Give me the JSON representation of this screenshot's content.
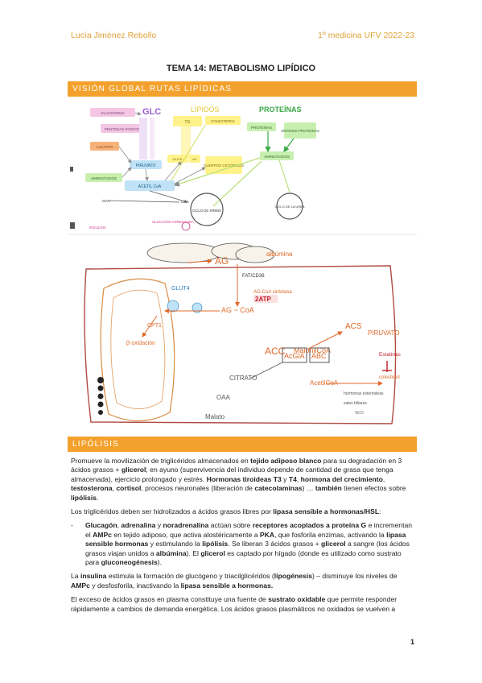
{
  "header": {
    "author": "Lucía Jiménez Rebollo",
    "course": "1º medicina UFV 2022-23"
  },
  "title": "TEMA 14: METABOLISMO LIPÍDICO",
  "sections": [
    {
      "heading": "VISIÓN GLOBAL RUTAS LIPÍDICAS"
    },
    {
      "heading": "LIPÓLISIS"
    }
  ],
  "diagram1": {
    "main_glc": "GLC",
    "main_lipidos": "LÍPIDOS",
    "main_proteinas": "PROTEÍNAS",
    "boxes": {
      "glucogeno": "GLUCÓGENO",
      "pentosas": "PENTOSAS FOSFATO",
      "lactato": "LACTATO",
      "aminoacidos_left": "AMINOÁCIDOS",
      "piruvato": "PIRUVATO",
      "acetil": "ACETIL CoA",
      "tg": "TG",
      "colesterol": "COLESTEROL",
      "glice": "GLICE.",
      "ac": "AC",
      "cuerpos": "CUERPOS CETÓNICOS",
      "proteinas_box": "PROTEÍNAS",
      "sintesis": "SÍNTESIS PROTEÍNAS",
      "aminoacidos_right": "AMINOÁCIDOS",
      "ciclo_krebs": "CICLO DE KREBS",
      "ciclo_urea": "CICLO DE LA UREA",
      "oaa_a": "OAA",
      "oaa_b": "OAA",
      "insulina": "INSULINA",
      "glucagon": "GLUCAGÓN ADRENALINA"
    },
    "colors": {
      "pink": "#f4c6e4",
      "yellow": "#fff28a",
      "lightgreen": "#c8efb0",
      "orange": "#f7b27a",
      "blue": "#bfe2f7",
      "purple": "#9b5cd6",
      "green": "#39a844",
      "accent": "#f3a12c"
    }
  },
  "diagram2": {
    "labels": {
      "ag_top": "AG",
      "albumina": "albúmina",
      "fat": "FAT/CD36",
      "acil_coa": "AG-CoA sintetasa",
      "atp2": "2ATP",
      "ag_coa": "AG ~ CoA",
      "glut4": "GLUT4",
      "acc": "ACC",
      "malonil": "MalonilCoA",
      "acs": "ACS",
      "piruvato": "PIRUVATO",
      "ac_gla": "AcGlA",
      "abc": "ABC",
      "citrato": "CITRATO",
      "oaa": "OAA",
      "malato": "Malato",
      "acetil_coa": "AcetilCoA",
      "cpt": "CPT1",
      "beta_oxidacion": "β-oxidación",
      "estatinas": "Estatinas",
      "colesterol": "colesterol",
      "hormonas": "hormonas esteroideas",
      "sales": "sales biliares",
      "vitd": "Vit D"
    }
  },
  "lipolisis": {
    "p1": [
      {
        "t": "Promueve la movilización de triglicéridos almacenados en ",
        "b": false
      },
      {
        "t": "tejido adiposo blanco",
        "b": true
      },
      {
        "t": " para su degradación en 3 ácidos grasos + ",
        "b": false
      },
      {
        "t": "glicerol",
        "b": true
      },
      {
        "t": "; en ayuno (supervivencia del individuo depende de cantidad de grasa que tenga almacenada), ejercicio prolongado y estrés. ",
        "b": false
      },
      {
        "t": "Hormonas tiroideas T3",
        "b": true
      },
      {
        "t": " y ",
        "b": false
      },
      {
        "t": "T4",
        "b": true
      },
      {
        "t": ", ",
        "b": false
      },
      {
        "t": "hormona del crecimiento",
        "b": true
      },
      {
        "t": ", ",
        "b": false
      },
      {
        "t": "testosterona",
        "b": true
      },
      {
        "t": ", ",
        "b": false
      },
      {
        "t": "cortisol",
        "b": true
      },
      {
        "t": ", procesos neuronales (liberación de ",
        "b": false
      },
      {
        "t": "catecolaminas",
        "b": true
      },
      {
        "t": ") … ",
        "b": false
      },
      {
        "t": "también",
        "b": true
      },
      {
        "t": " tienen efectos sobre ",
        "b": false
      },
      {
        "t": "lipólisis",
        "b": true
      },
      {
        "t": ".",
        "b": false
      }
    ],
    "p2": [
      {
        "t": "Los triglicéridos deben ser hidrolizados a ácidos grasos libres por ",
        "b": false
      },
      {
        "t": "lipasa sensible a hormonas/HSL",
        "b": true
      },
      {
        "t": ":",
        "b": false
      }
    ],
    "bullet_dash": "-",
    "bullet": [
      {
        "t": "Glucagón",
        "b": true
      },
      {
        "t": ", ",
        "b": false
      },
      {
        "t": "adrenalina",
        "b": true
      },
      {
        "t": " y ",
        "b": false
      },
      {
        "t": "noradrenalina",
        "b": true
      },
      {
        "t": " actúan sobre ",
        "b": false
      },
      {
        "t": "receptores acoplados a proteína G",
        "b": true
      },
      {
        "t": " e incrementan el ",
        "b": false
      },
      {
        "t": "AMPc",
        "b": true
      },
      {
        "t": " en tejido adiposo, que activa alostéricamente a ",
        "b": false
      },
      {
        "t": "PKA",
        "b": true
      },
      {
        "t": ", que fosforila enzimas, activando la ",
        "b": false
      },
      {
        "t": "lipasa sensible hormonas",
        "b": true
      },
      {
        "t": " y estimulando la ",
        "b": false
      },
      {
        "t": "lipólisis",
        "b": true
      },
      {
        "t": ". Se liberan 3 ácidos grasos + ",
        "b": false
      },
      {
        "t": "glicerol",
        "b": true
      },
      {
        "t": " a sangre (los ácidos grasos viajan unidos a ",
        "b": false
      },
      {
        "t": "albúmina",
        "b": true
      },
      {
        "t": "). El ",
        "b": false
      },
      {
        "t": "glicerol",
        "b": true
      },
      {
        "t": " es captado por hígado (donde es utilizado como sustrato para ",
        "b": false
      },
      {
        "t": "gluconeogénesis",
        "b": true
      },
      {
        "t": ").",
        "b": false
      }
    ],
    "p3": [
      {
        "t": "La ",
        "b": false
      },
      {
        "t": "insulina",
        "b": true
      },
      {
        "t": " estimula la formación de glucógeno y triacilglicéridos (",
        "b": false
      },
      {
        "t": "lipogénesis",
        "b": true
      },
      {
        "t": ") – ",
        "b": false
      },
      {
        "t": "disminuye los niveles de ",
        "b": false
      },
      {
        "t": "AMPc",
        "b": true
      },
      {
        "t": " y desfosforila, inactivando la ",
        "b": false
      },
      {
        "t": "lipasa sensible a hormonas.",
        "b": true
      }
    ],
    "p4": [
      {
        "t": "El exceso de ácidos grasos en plasma constituye una fuente de ",
        "b": false
      },
      {
        "t": "sustrato oxidable",
        "b": true
      },
      {
        "t": " que permite responder rápidamente a cambios de demanda energética. Los ácidos grasos plasmáticos no oxidados se vuelven a",
        "b": false
      }
    ]
  },
  "page_number": "1"
}
